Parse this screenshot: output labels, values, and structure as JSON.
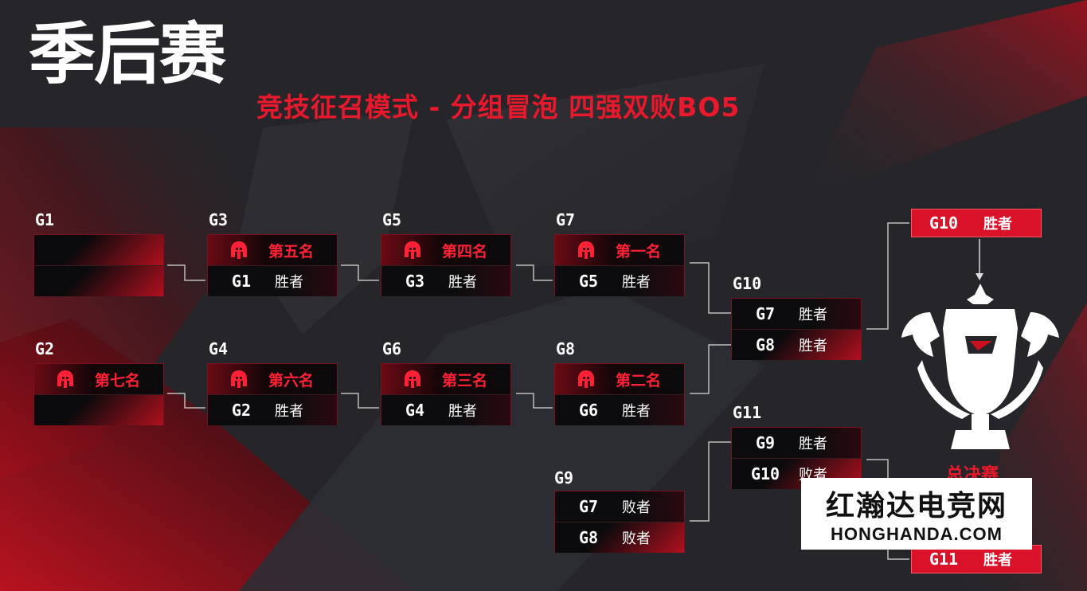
{
  "page": {
    "title": "季后赛",
    "subtitle": "竞技征召模式 - 分组冒泡 四强双败BO5"
  },
  "matches": {
    "g1": {
      "label": "G1",
      "rows": [
        {
          "tag": "",
          "text": ""
        },
        {
          "tag": "",
          "text": ""
        }
      ]
    },
    "g2": {
      "label": "G2",
      "rows": [
        {
          "tag": "",
          "text": "第七名"
        },
        {
          "tag": "",
          "text": ""
        }
      ]
    },
    "g3": {
      "label": "G3",
      "rows": [
        {
          "tag": "",
          "text": "第五名"
        },
        {
          "tag": "G1",
          "text": "胜者"
        }
      ]
    },
    "g4": {
      "label": "G4",
      "rows": [
        {
          "tag": "",
          "text": "第六名"
        },
        {
          "tag": "G2",
          "text": "胜者"
        }
      ]
    },
    "g5": {
      "label": "G5",
      "rows": [
        {
          "tag": "",
          "text": "第四名"
        },
        {
          "tag": "G3",
          "text": "胜者"
        }
      ]
    },
    "g6": {
      "label": "G6",
      "rows": [
        {
          "tag": "",
          "text": "第三名"
        },
        {
          "tag": "G4",
          "text": "胜者"
        }
      ]
    },
    "g7": {
      "label": "G7",
      "rows": [
        {
          "tag": "",
          "text": "第一名"
        },
        {
          "tag": "G5",
          "text": "胜者"
        }
      ]
    },
    "g8": {
      "label": "G8",
      "rows": [
        {
          "tag": "",
          "text": "第二名"
        },
        {
          "tag": "G6",
          "text": "胜者"
        }
      ]
    },
    "g9": {
      "label": "G9",
      "rows": [
        {
          "tag": "G7",
          "text": "败者"
        },
        {
          "tag": "G8",
          "text": "败者"
        }
      ]
    },
    "g10": {
      "label": "G10",
      "rows": [
        {
          "tag": "G7",
          "text": "胜者"
        },
        {
          "tag": "G8",
          "text": "胜者"
        }
      ]
    },
    "g11": {
      "label": "G11",
      "rows": [
        {
          "tag": "G9",
          "text": "胜者"
        },
        {
          "tag": "G10",
          "text": "败者"
        }
      ]
    }
  },
  "finals": {
    "top": {
      "tag": "G10",
      "text": "胜者"
    },
    "bottom": {
      "tag": "G11",
      "text": "胜者"
    },
    "label": "总决赛"
  },
  "watermark": {
    "cn": "红瀚达电竞网",
    "en": "HONGHANDA.COM"
  },
  "colors": {
    "accent_red": "#e8192c",
    "background": "#26262a",
    "box_border": "#7a1020"
  },
  "icons": {
    "seed": "spartan-helmet-icon",
    "trophy": "dragon-trophy-icon",
    "arrow": "arrow-down-icon"
  }
}
